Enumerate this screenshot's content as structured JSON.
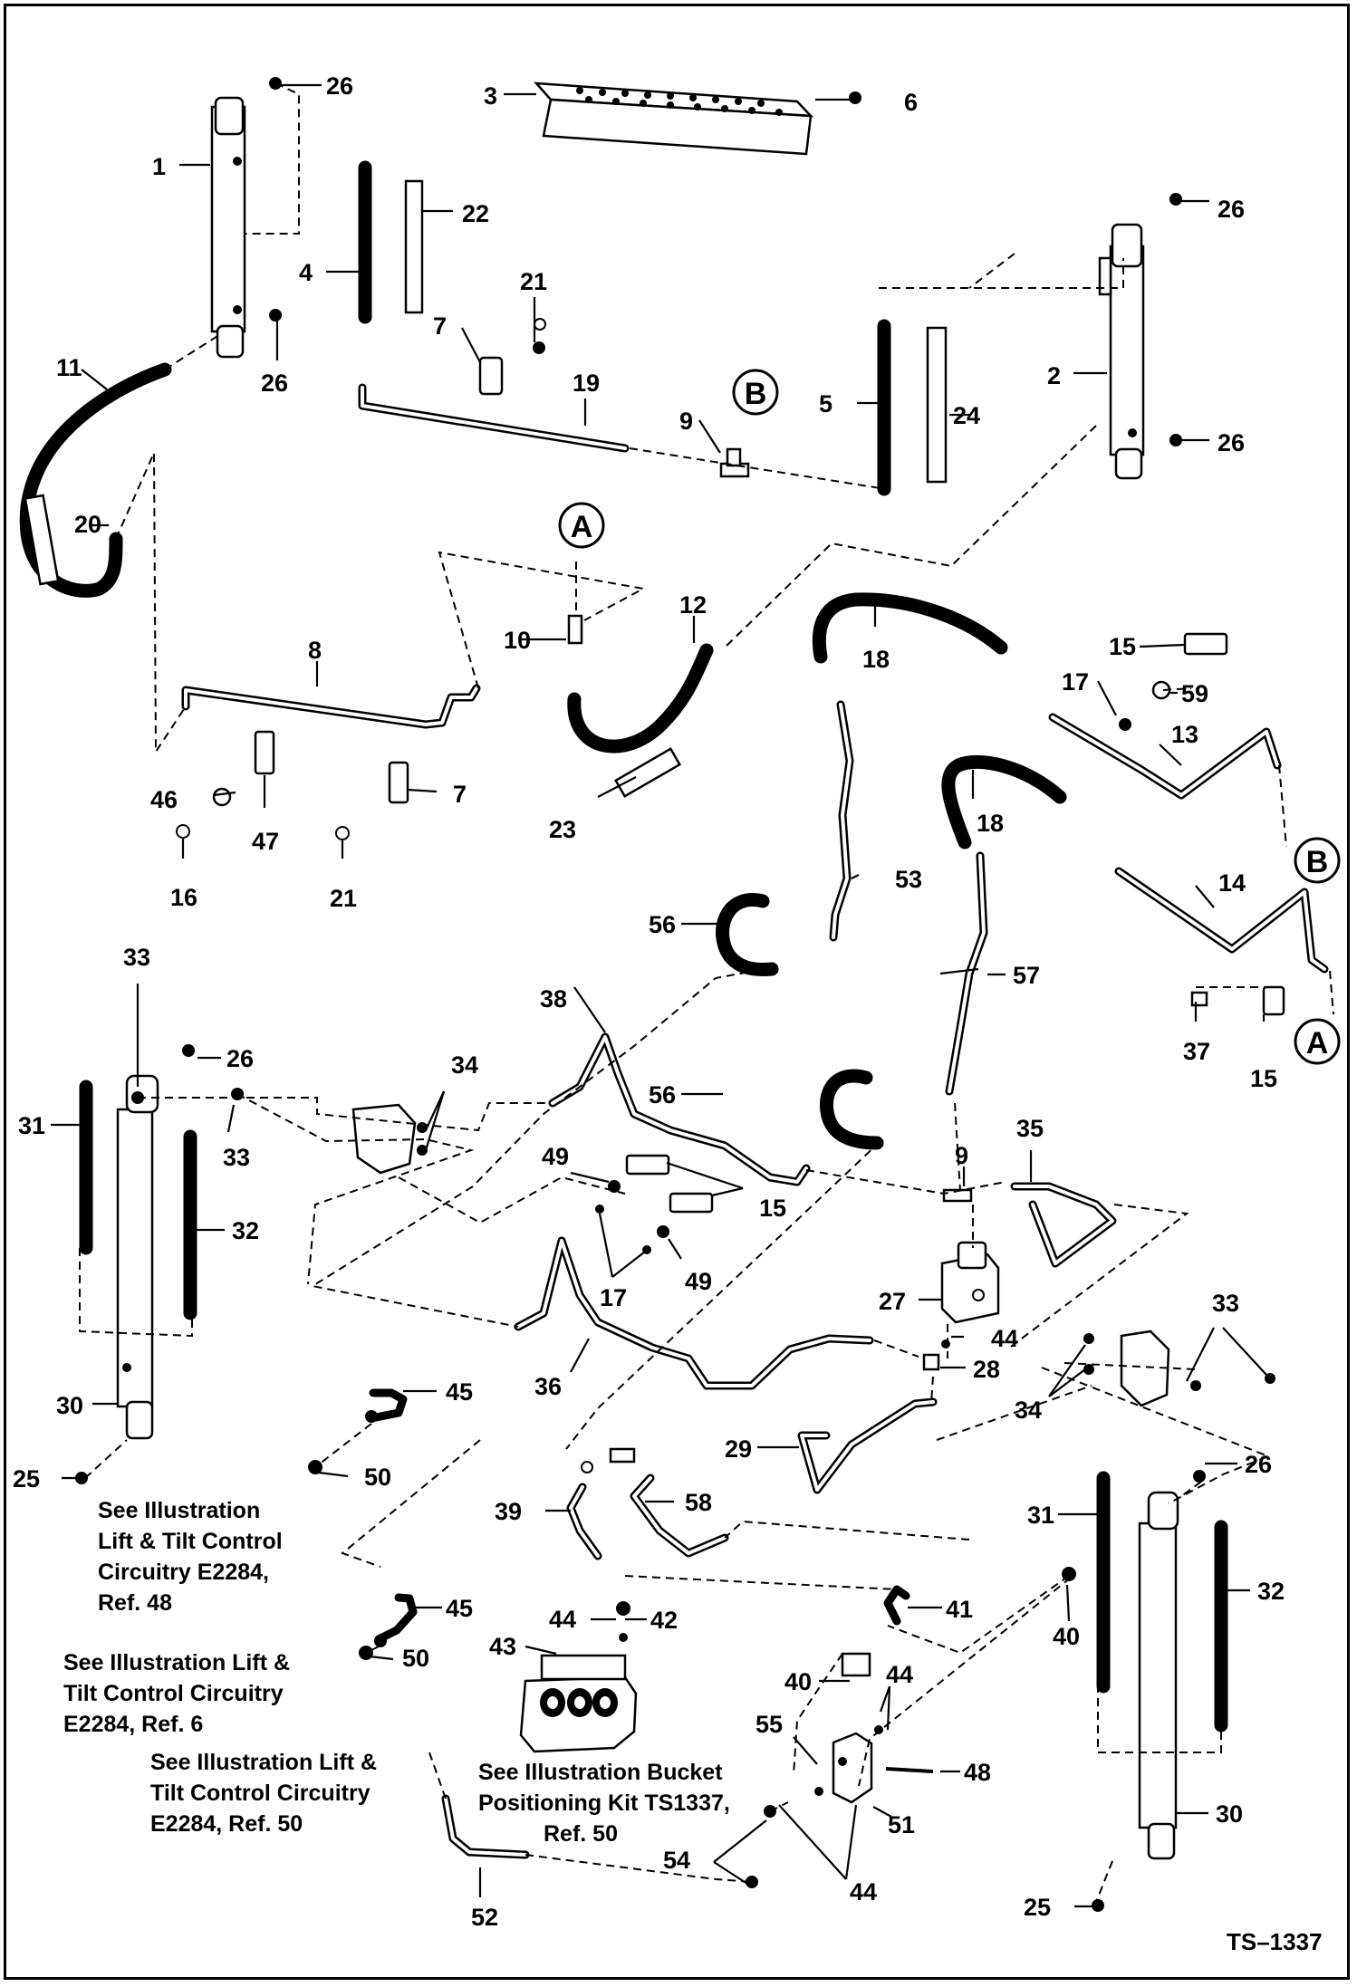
{
  "diagram": {
    "reference": "TS–1337",
    "circle_markers": {
      "a": "A",
      "b": "B"
    },
    "callouts": {
      "c1": "1",
      "c2": "2",
      "c3": "3",
      "c4": "4",
      "c5": "5",
      "c6": "6",
      "c7a": "7",
      "c7b": "7",
      "c8": "8",
      "c9a": "9",
      "c9b": "9",
      "c10": "10",
      "c11": "11",
      "c12": "12",
      "c13": "13",
      "c14": "14",
      "c15a": "15",
      "c15b": "15",
      "c15c": "15",
      "c16": "16",
      "c17a": "17",
      "c17b": "17",
      "c18a": "18",
      "c18b": "18",
      "c19": "19",
      "c20": "20",
      "c21a": "21",
      "c21b": "21",
      "c22": "22",
      "c23": "23",
      "c24": "24",
      "c25a": "25",
      "c25b": "25",
      "c26a": "26",
      "c26b": "26",
      "c26c": "26",
      "c26d": "26",
      "c26e": "26",
      "c26f": "26",
      "c27": "27",
      "c28": "28",
      "c29": "29",
      "c30a": "30",
      "c30b": "30",
      "c31a": "31",
      "c31b": "31",
      "c32a": "32",
      "c32b": "32",
      "c33a": "33",
      "c33b": "33",
      "c33c": "33",
      "c34a": "34",
      "c34b": "34",
      "c35": "35",
      "c36": "36",
      "c37": "37",
      "c38": "38",
      "c39": "39",
      "c40a": "40",
      "c40b": "40",
      "c41": "41",
      "c42": "42",
      "c43": "43",
      "c44a": "44",
      "c44b": "44",
      "c44c": "44",
      "c44d": "44",
      "c45a": "45",
      "c45b": "45",
      "c46": "46",
      "c47": "47",
      "c48": "48",
      "c49a": "49",
      "c49b": "49",
      "c50a": "50",
      "c50b": "50",
      "c51": "51",
      "c52": "52",
      "c53": "53",
      "c54": "54",
      "c55": "55",
      "c56a": "56",
      "c56b": "56",
      "c57": "57",
      "c58": "58",
      "c59": "59"
    },
    "notes": {
      "note1": [
        "See Illustration",
        "Lift & Tilt Control",
        "Circuitry E2284,",
        "Ref. 48"
      ],
      "note2": [
        "See Illustration Lift &",
        "Tilt Control Circuitry",
        "E2284, Ref. 6"
      ],
      "note3": [
        "See Illustration Lift &",
        "Tilt Control Circuitry",
        "E2284, Ref. 50"
      ],
      "note4": [
        "See Illustration Bucket",
        "Positioning Kit TS1337,",
        "Ref. 50"
      ]
    }
  }
}
